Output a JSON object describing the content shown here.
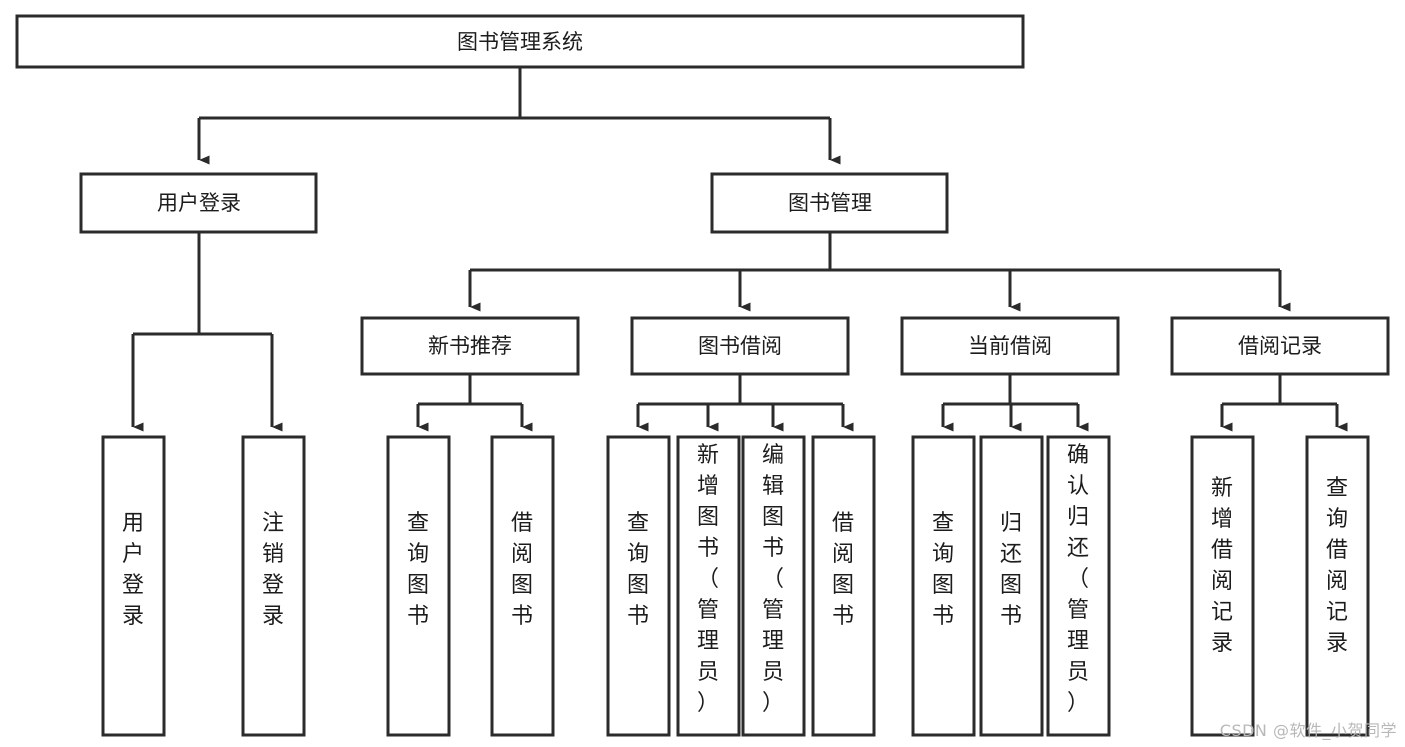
{
  "diagram": {
    "type": "tree-hierarchy",
    "title": "图书管理系统",
    "orientation": "top-down",
    "colors": {
      "box_stroke": "#2b2b2b",
      "box_fill": "#ffffff",
      "connector": "#2b2b2b",
      "text": "#1c1c1c",
      "background": "#ffffff",
      "watermark": "#b8b8b8"
    },
    "levels": {
      "root": {
        "label": "图书管理系统"
      },
      "level2": [
        {
          "label": "用户登录"
        },
        {
          "label": "图书管理"
        }
      ],
      "level3": [
        {
          "label": "新书推荐"
        },
        {
          "label": "图书借阅"
        },
        {
          "label": "当前借阅"
        },
        {
          "label": "借阅记录"
        }
      ],
      "leaves": {
        "user_login": [
          {
            "label": "用户登录"
          },
          {
            "label": "注销登录"
          }
        ],
        "new_book_recommend": [
          {
            "label": "查询图书"
          },
          {
            "label": "借阅图书"
          }
        ],
        "book_borrow": [
          {
            "label": "查询图书"
          },
          {
            "label": "新增图书（管理员）"
          },
          {
            "label": "编辑图书（管理员）"
          },
          {
            "label": "借阅图书"
          }
        ],
        "current_borrow": [
          {
            "label": "查询图书"
          },
          {
            "label": "归还图书"
          },
          {
            "label": "确认归还（管理员）"
          }
        ],
        "borrow_record": [
          {
            "label": "新增借阅记录"
          },
          {
            "label": "查询借阅记录"
          }
        ]
      }
    },
    "watermark": "CSDN @软件_小贺同学"
  }
}
